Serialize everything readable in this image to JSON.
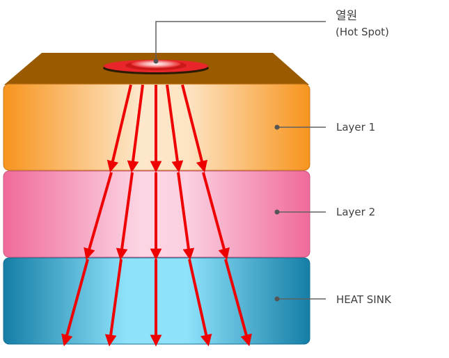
{
  "labels": {
    "hot_spot_korean": "열원",
    "hot_spot_english": "(Hot Spot)",
    "layer1": "Layer 1",
    "layer2": "Layer 2",
    "heat_sink": "HEAT SINK"
  },
  "colors": {
    "top_face": "#9a5a00",
    "layer1_edge": "#f7941d",
    "layer1_center": "#fde4c4",
    "layer2_edge": "#f06a9b",
    "layer2_center": "#fbd0e0",
    "heat_sink_edge": "#157ea6",
    "heat_sink_center": "#8de0f9",
    "hot_spot": "#e8252a",
    "arrow": "#ee0000",
    "leader_line": "#606060"
  }
}
